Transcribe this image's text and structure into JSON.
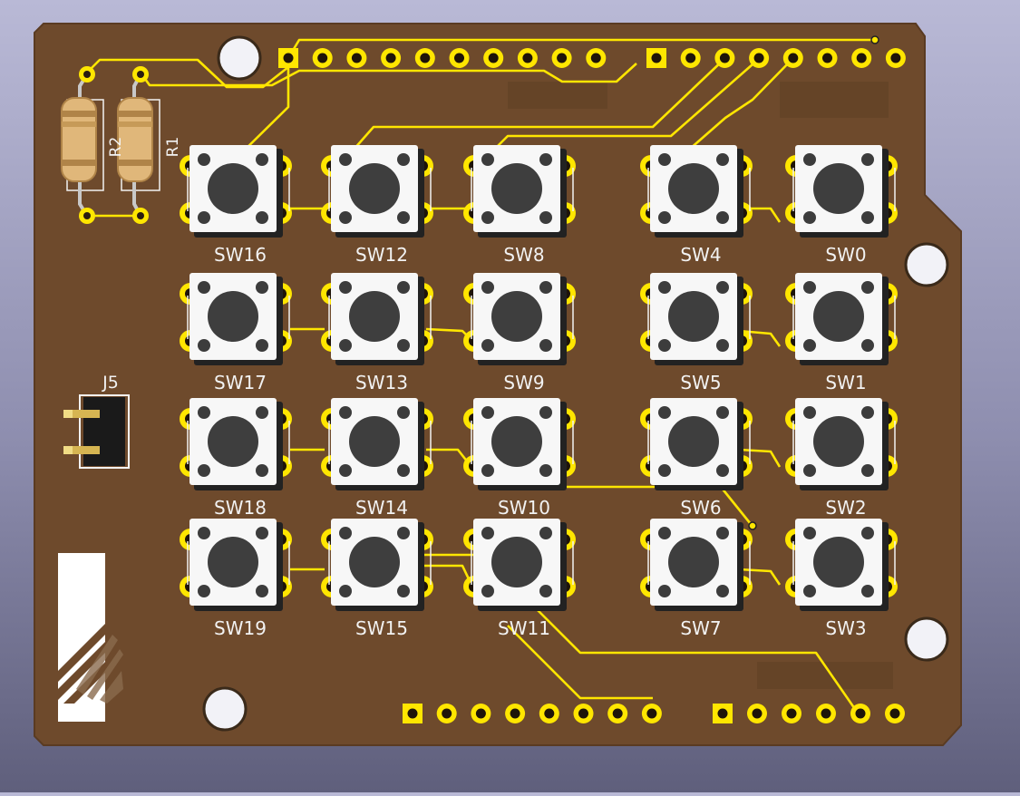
{
  "board": {
    "board_color": "#6e4a2c",
    "copper_color": "#ffe600",
    "silk_color": "#f2f2f2",
    "hole_color": "#f2f2f7"
  },
  "switches": [
    {
      "label": "SW16",
      "row": 0,
      "col": 0
    },
    {
      "label": "SW12",
      "row": 0,
      "col": 1
    },
    {
      "label": "SW8",
      "row": 0,
      "col": 2
    },
    {
      "label": "SW4",
      "row": 0,
      "col": 3
    },
    {
      "label": "SW0",
      "row": 0,
      "col": 4
    },
    {
      "label": "SW17",
      "row": 1,
      "col": 0
    },
    {
      "label": "SW13",
      "row": 1,
      "col": 1
    },
    {
      "label": "SW9",
      "row": 1,
      "col": 2
    },
    {
      "label": "SW5",
      "row": 1,
      "col": 3
    },
    {
      "label": "SW1",
      "row": 1,
      "col": 4
    },
    {
      "label": "SW18",
      "row": 2,
      "col": 0
    },
    {
      "label": "SW14",
      "row": 2,
      "col": 1
    },
    {
      "label": "SW10",
      "row": 2,
      "col": 2
    },
    {
      "label": "SW6",
      "row": 2,
      "col": 3
    },
    {
      "label": "SW2",
      "row": 2,
      "col": 4
    },
    {
      "label": "SW19",
      "row": 3,
      "col": 0
    },
    {
      "label": "SW15",
      "row": 3,
      "col": 1
    },
    {
      "label": "SW11",
      "row": 3,
      "col": 2
    },
    {
      "label": "SW7",
      "row": 3,
      "col": 3
    },
    {
      "label": "SW3",
      "row": 3,
      "col": 4
    }
  ],
  "resistors": [
    {
      "label": "R2"
    },
    {
      "label": "R1"
    }
  ],
  "jumper": {
    "label": "J5"
  }
}
